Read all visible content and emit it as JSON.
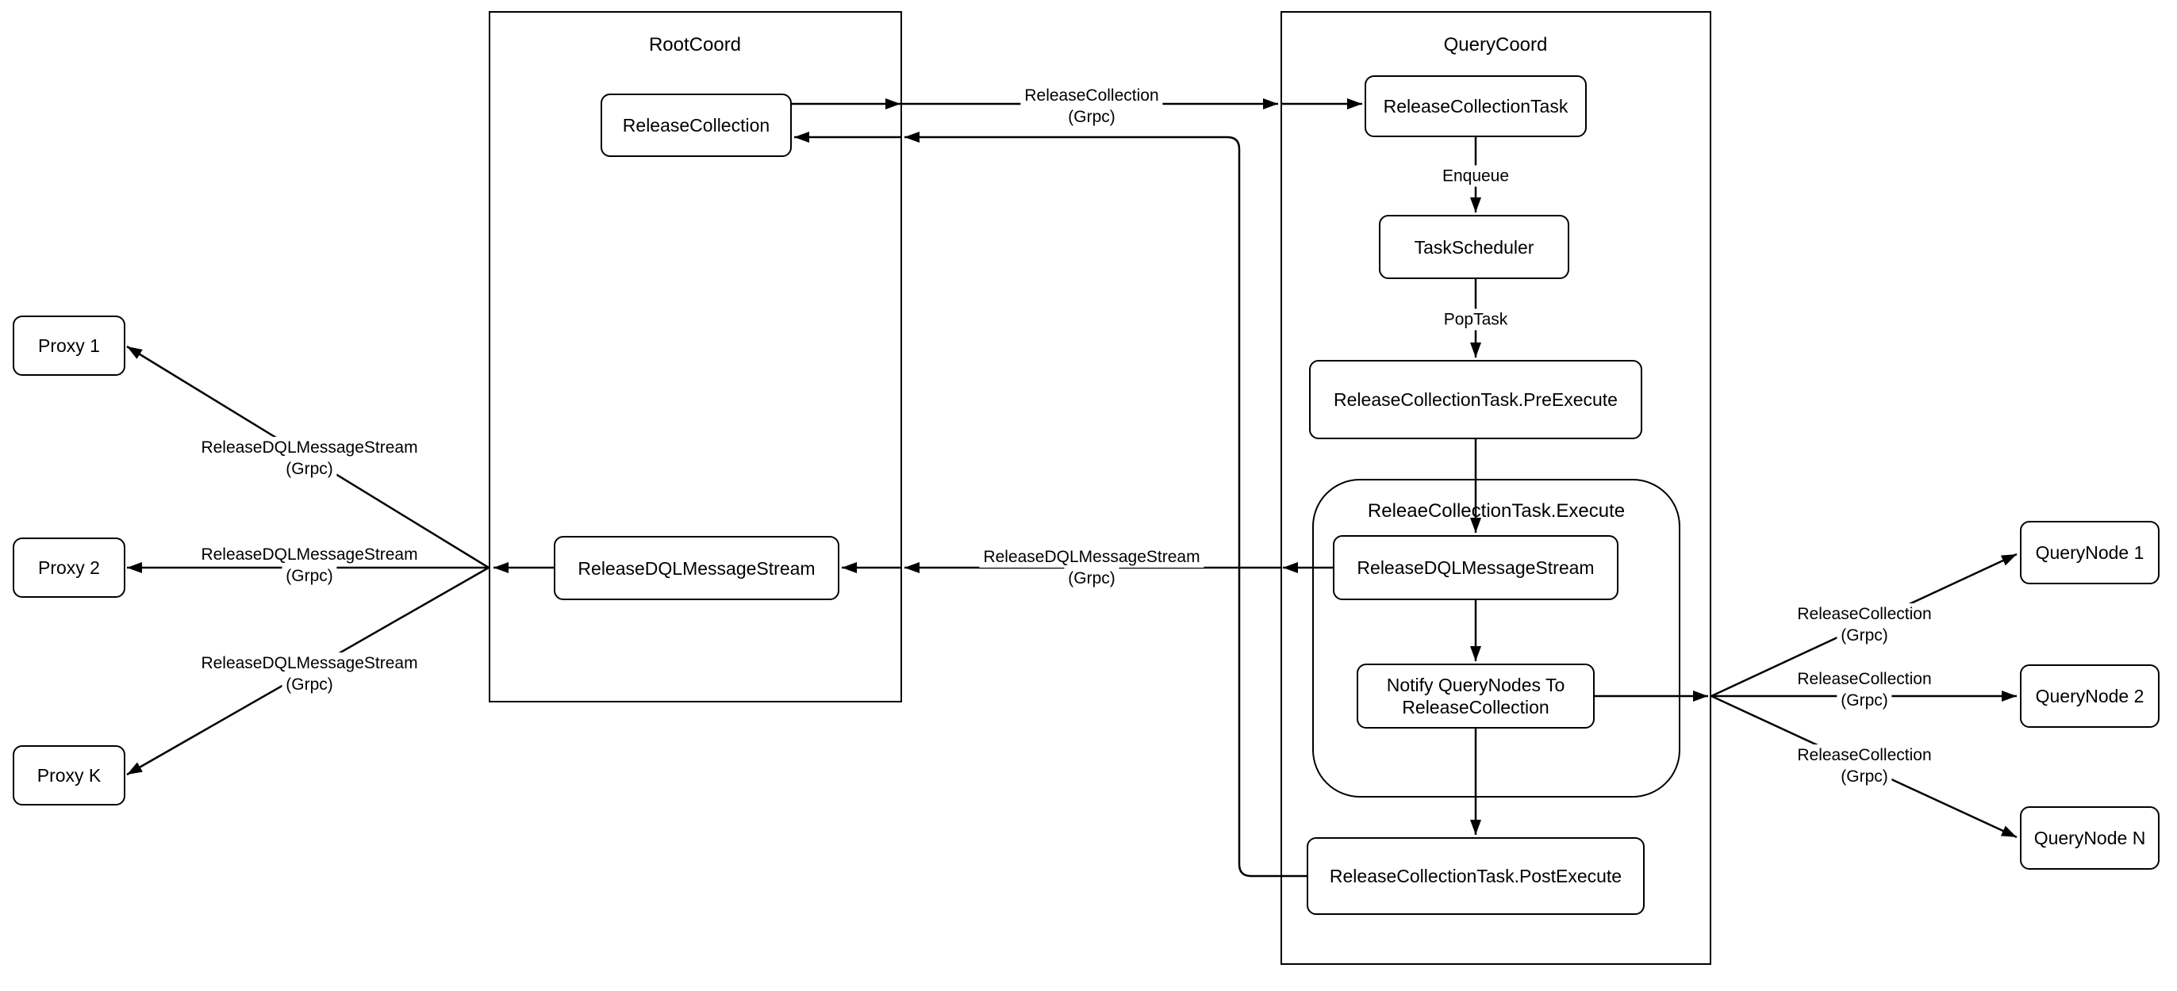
{
  "diagram": {
    "background_color": "#ffffff",
    "stroke_color": "#000000",
    "containers": {
      "rootcoord": {
        "title": "RootCoord"
      },
      "querycoord": {
        "title": "QueryCoord"
      },
      "execute_group": {
        "title": "ReleaeCollectionTask.Execute"
      }
    },
    "nodes": {
      "proxy1": {
        "label": "Proxy 1"
      },
      "proxy2": {
        "label": "Proxy 2"
      },
      "proxyk": {
        "label": "Proxy K"
      },
      "release_collection": {
        "label": "ReleaseCollection"
      },
      "root_release_dql": {
        "label": "ReleaseDQLMessageStream"
      },
      "release_collection_task": {
        "label": "ReleaseCollectionTask"
      },
      "task_scheduler": {
        "label": "TaskScheduler"
      },
      "pre_execute": {
        "label": "ReleaseCollectionTask.PreExecute"
      },
      "exec_release_dql": {
        "label": "ReleaseDQLMessageStream"
      },
      "notify": {
        "line1": "Notify QueryNodes To",
        "line2": "ReleaseCollection"
      },
      "post_execute": {
        "label": "ReleaseCollectionTask.PostExecute"
      },
      "querynode1": {
        "label": "QueryNode 1"
      },
      "querynode2": {
        "label": "QueryNode 2"
      },
      "querynoden": {
        "label": "QueryNode N"
      }
    },
    "edge_labels": {
      "enqueue": "Enqueue",
      "poptask": "PopTask",
      "release_collection_grpc_top": {
        "line1": "ReleaseCollection",
        "line2": "(Grpc)"
      },
      "release_dql_grpc_mid": {
        "line1": "ReleaseDQLMessageStream",
        "line2": "(Grpc)"
      },
      "proxy_labels": [
        {
          "line1": "ReleaseDQLMessageStream",
          "line2": "(Grpc)"
        },
        {
          "line1": "ReleaseDQLMessageStream",
          "line2": "(Grpc)"
        },
        {
          "line1": "ReleaseDQLMessageStream",
          "line2": "(Grpc)"
        }
      ],
      "querynode_labels": [
        {
          "line1": "ReleaseCollection",
          "line2": "(Grpc)"
        },
        {
          "line1": "ReleaseCollection",
          "line2": "(Grpc)"
        },
        {
          "line1": "ReleaseCollection",
          "line2": "(Grpc)"
        }
      ]
    }
  }
}
